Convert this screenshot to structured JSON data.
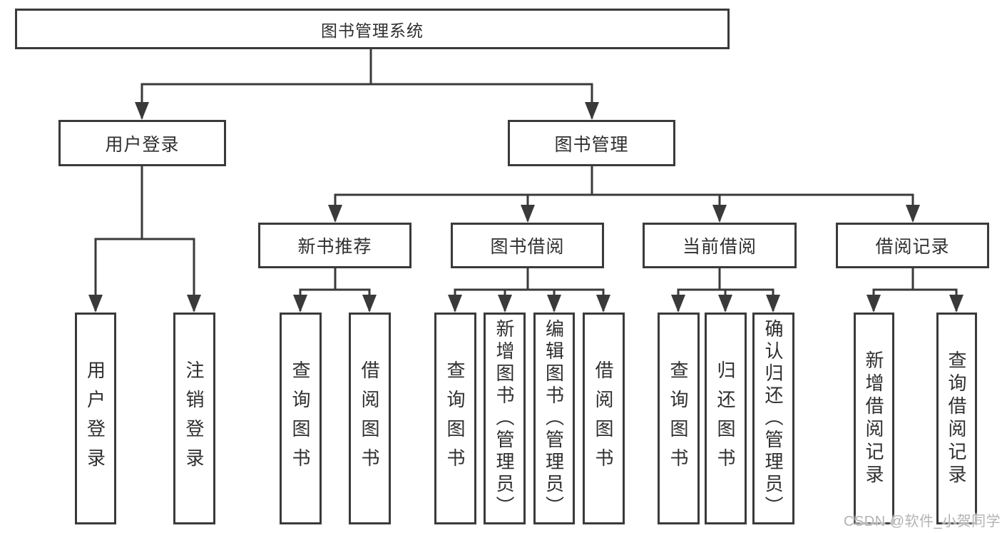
{
  "diagram": {
    "root": {
      "label": "图书管理系统"
    },
    "branches": [
      {
        "label": "用户登录",
        "children": [
          {
            "label": "用户登录"
          },
          {
            "label": "注销登录"
          }
        ]
      },
      {
        "label": "图书管理",
        "children": [
          {
            "label": "新书推荐",
            "children": [
              {
                "label": "查询图书"
              },
              {
                "label": "借阅图书"
              }
            ]
          },
          {
            "label": "图书借阅",
            "children": [
              {
                "label": "查询图书"
              },
              {
                "label": "新增图书（管理员）"
              },
              {
                "label": "编辑图书（管理员）"
              },
              {
                "label": "借阅图书"
              }
            ]
          },
          {
            "label": "当前借阅",
            "children": [
              {
                "label": "查询图书"
              },
              {
                "label": "归还图书"
              },
              {
                "label": "确认归还（管理员）"
              }
            ]
          },
          {
            "label": "借阅记录",
            "children": [
              {
                "label": "新增借阅记录"
              },
              {
                "label": "查询借阅记录"
              }
            ]
          }
        ]
      }
    ]
  },
  "watermark": {
    "text": "CSDN @软件_小贺同学"
  },
  "colors": {
    "line": "#3a3a3a",
    "node_border": "#3a3a3a",
    "node_background": "#ffffff",
    "text": "#2f2f2f",
    "watermark": "#b3b3b3",
    "page_background": "#ffffff"
  }
}
